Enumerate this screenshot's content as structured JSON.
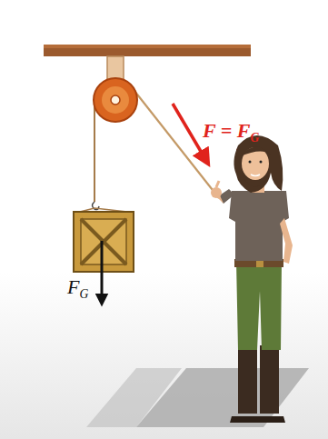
{
  "diagram": {
    "labels": [
      "F = F",
      "G",
      "F",
      "G"
    ]
  }
}
